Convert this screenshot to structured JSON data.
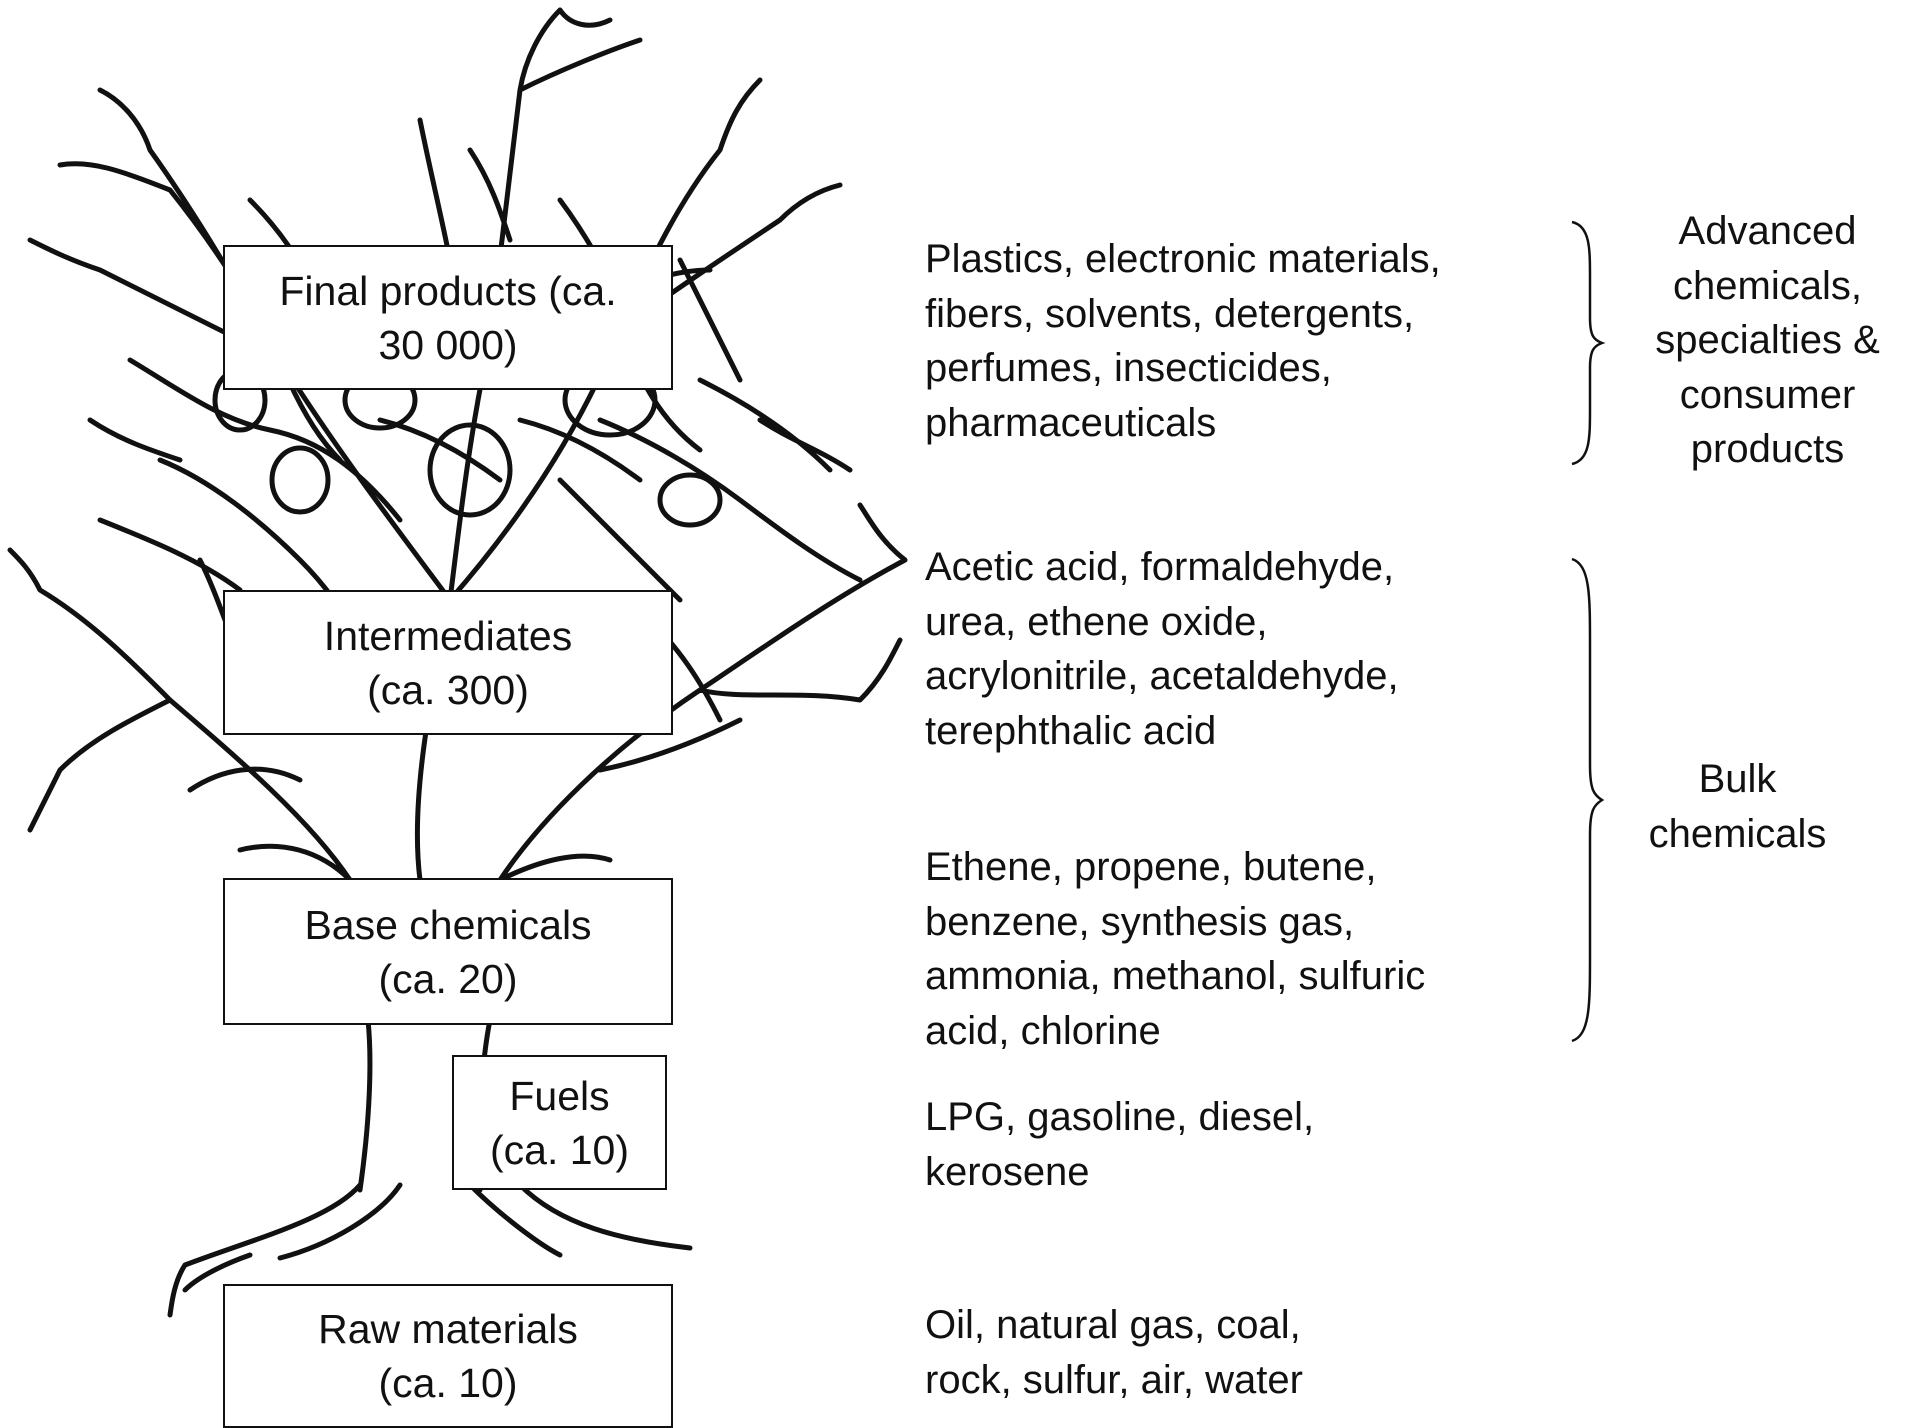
{
  "levels": [
    {
      "id": "final",
      "name": "Final products (ca.",
      "count": "30 000)"
    },
    {
      "id": "intermediates",
      "name": "Intermediates",
      "count": "(ca. 300)"
    },
    {
      "id": "base",
      "name": "Base chemicals",
      "count": "(ca. 20)"
    },
    {
      "id": "fuels",
      "name": "Fuels",
      "count": "(ca. 10)"
    },
    {
      "id": "raw",
      "name": "Raw materials",
      "count": "(ca. 10)"
    }
  ],
  "descriptions": {
    "final": [
      "Plastics, electronic materials,",
      "fibers, solvents, detergents,",
      "perfumes, insecticides,",
      "pharmaceuticals"
    ],
    "intermediates": [
      "Acetic acid, formaldehyde,",
      "urea, ethene oxide,",
      "acrylonitrile, acetaldehyde,",
      "terephthalic acid"
    ],
    "base": [
      "Ethene, propene, butene,",
      "benzene, synthesis gas,",
      "ammonia, methanol, sulfuric",
      "acid, chlorine"
    ],
    "fuels": [
      "LPG, gasoline, diesel,",
      "kerosene"
    ],
    "raw": [
      "Oil, natural gas, coal,",
      "rock, sulfur, air, water"
    ]
  },
  "groups": {
    "advanced": [
      "Advanced",
      "chemicals,",
      "specialties &",
      "consumer",
      "products"
    ],
    "bulk": [
      "Bulk",
      "chemicals"
    ]
  }
}
